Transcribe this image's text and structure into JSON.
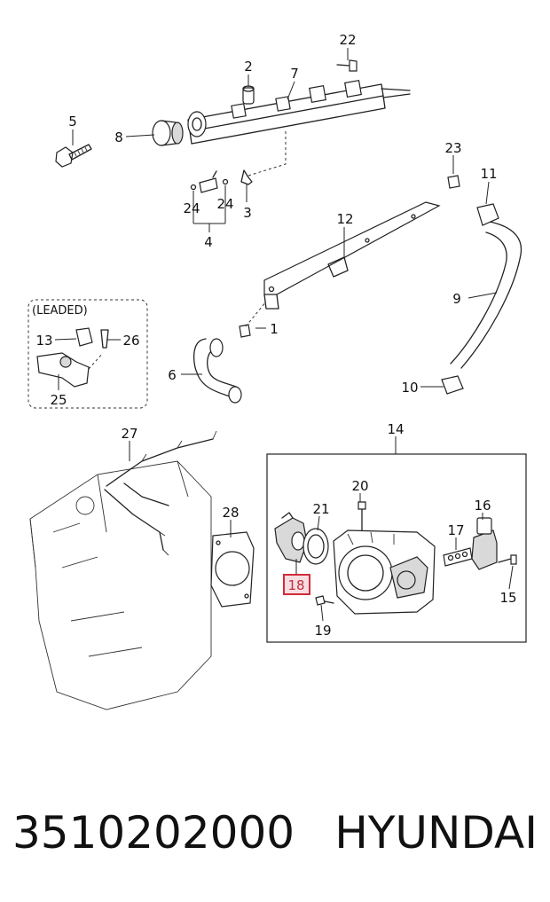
{
  "callouts": {
    "c1": "1",
    "c2": "2",
    "c3": "3",
    "c4": "4",
    "c5": "5",
    "c6": "6",
    "c7": "7",
    "c8": "8",
    "c9": "9",
    "c10": "10",
    "c11": "11",
    "c12": "12",
    "c13": "13",
    "c14": "14",
    "c15": "15",
    "c16": "16",
    "c17": "17",
    "c18": "18",
    "c19": "19",
    "c20": "20",
    "c21": "21",
    "c22": "22",
    "c23": "23",
    "c24a": "24",
    "c24b": "24",
    "c25": "25",
    "c26": "26",
    "c27": "27",
    "c28": "28"
  },
  "inset_label": "(LEADED)",
  "highlighted_callout": "18",
  "footer": {
    "part_number": "3510202000",
    "brand": "HYUNDAI"
  }
}
